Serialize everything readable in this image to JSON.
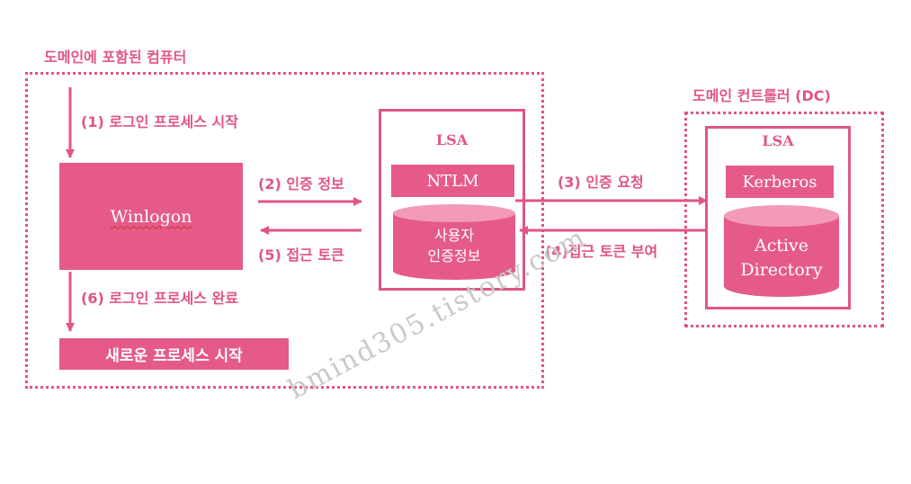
{
  "domain_box": {
    "title": "도메인에 포함된 컴퓨터"
  },
  "dc_box": {
    "title": "도메인 컨트롤러 (DC)"
  },
  "steps": {
    "s1": "(1) 로그인 프로세스 시작",
    "s2": "(2) 인증 정보",
    "s3": "(3) 인증 요청",
    "s4": "(4)접근 토큰 부여",
    "s5": "(5) 접근 토큰",
    "s6": "(6) 로그인 프로세스 완료"
  },
  "winlogon": {
    "label": "Winlogon"
  },
  "new_process": {
    "label": "새로운 프로세스 시작"
  },
  "lsa_local": {
    "title": "LSA",
    "module": "NTLM",
    "db_line1": "사용자",
    "db_line2": "인증정보"
  },
  "lsa_dc": {
    "title": "LSA",
    "module": "Kerberos",
    "db_line1": "Active",
    "db_line2": "Directory"
  },
  "watermark": "bmind305.tistory.com",
  "colors": {
    "accent": "#e05585",
    "fill": "#e55a88",
    "db_top": "#f29ab8"
  }
}
